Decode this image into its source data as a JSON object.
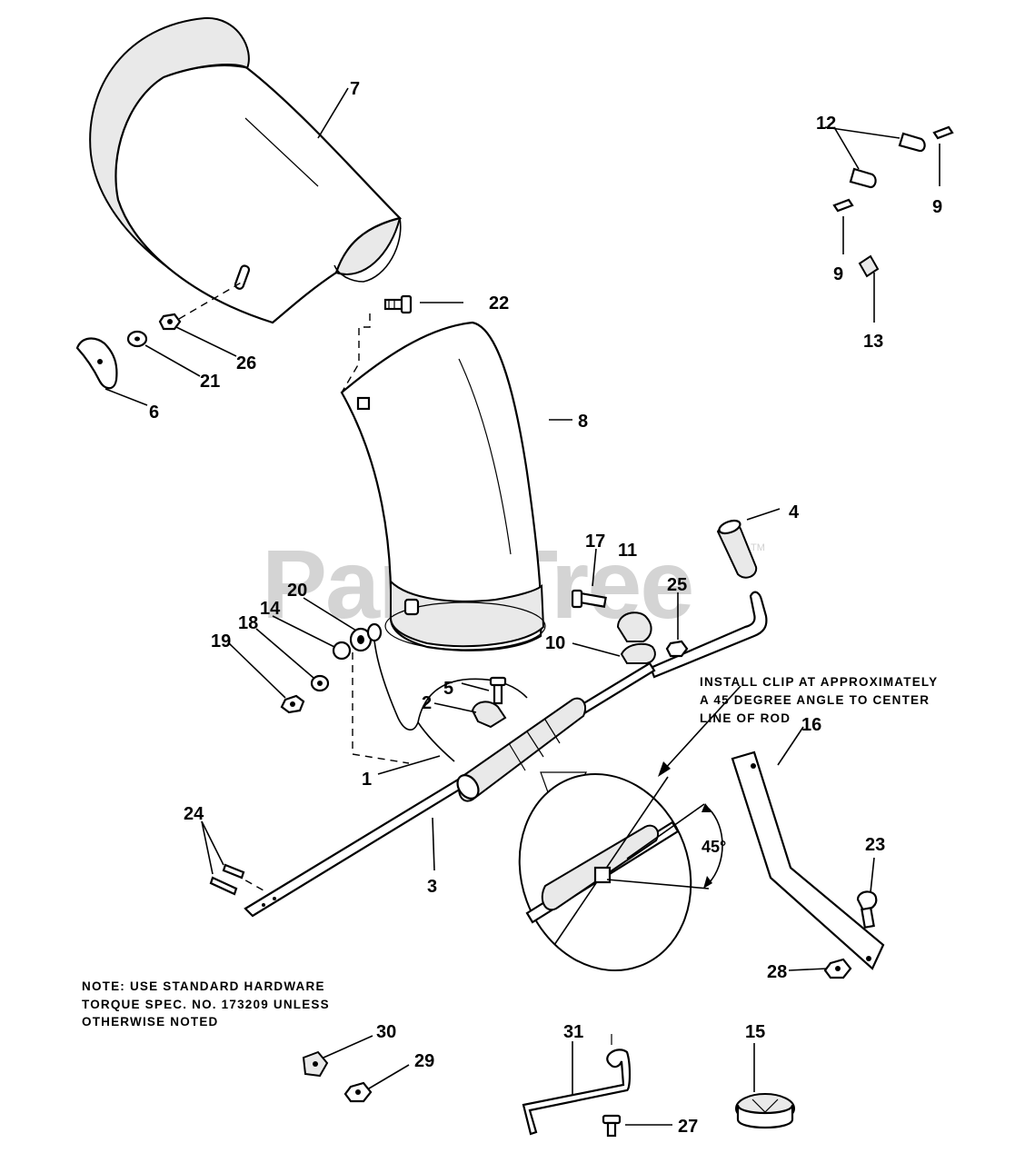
{
  "watermark": {
    "text": "PartsTree",
    "mark": "TM"
  },
  "callouts": {
    "c1": "1",
    "c2": "2",
    "c3": "3",
    "c4": "4",
    "c5": "5",
    "c6": "6",
    "c7": "7",
    "c8": "8",
    "c9a": "9",
    "c9b": "9",
    "c10": "10",
    "c11": "11",
    "c12": "12",
    "c13": "13",
    "c14": "14",
    "c15": "15",
    "c16": "16",
    "c17": "17",
    "c18": "18",
    "c19": "19",
    "c20": "20",
    "c21": "21",
    "c22": "22",
    "c23": "23",
    "c24": "24",
    "c25": "25",
    "c26": "26",
    "c27": "27",
    "c28": "28",
    "c29": "29",
    "c30": "30",
    "c31": "31"
  },
  "install_note": {
    "line1": "INSTALL CLIP AT APPROXIMATELY",
    "line2": "A 45 DEGREE ANGLE TO CENTER",
    "line3": "LINE OF ROD"
  },
  "angle_label": "45°",
  "footer_note": {
    "line1": "NOTE:  USE STANDARD HARDWARE",
    "line2": "TORQUE SPEC. NO. 173209 UNLESS",
    "line3": "OTHERWISE NOTED"
  }
}
